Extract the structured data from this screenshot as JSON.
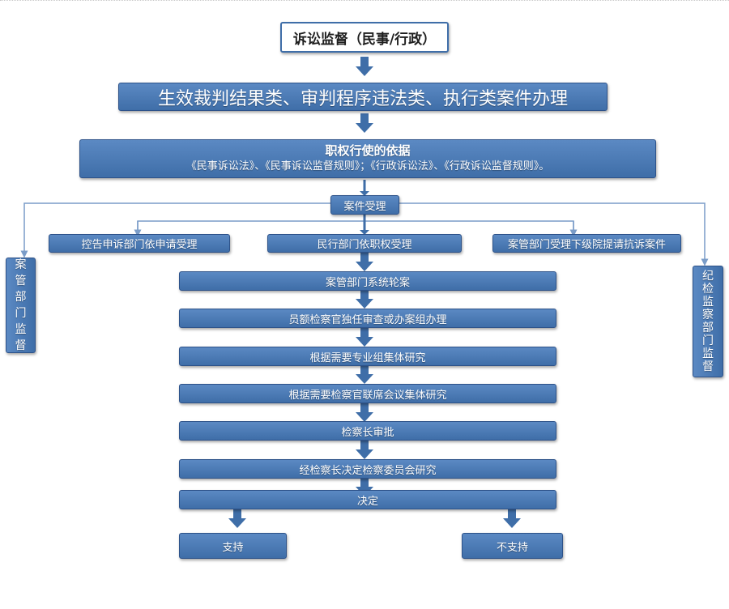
{
  "diagram": {
    "top": "诉讼监督（民事/行政）",
    "scope": "生效裁判结果类、审判程序违法类、执行类案件办理",
    "basis_title": "职权行使的依据",
    "basis_text": "《民事诉讼法》、《民事诉讼监督规则》；《行政诉讼法》、《行政诉讼监督规则》。",
    "intake": "案件受理",
    "source_left": "控告申诉部门依申请受理",
    "source_mid": "民行部门依职权受理",
    "source_right": "案管部门受理下级院提请抗诉案件",
    "supervision_left": [
      "案",
      "管",
      "部",
      "门",
      "监",
      "督"
    ],
    "supervision_right": [
      "纪",
      "检",
      "监",
      "察",
      "部",
      "门",
      "监",
      "督"
    ],
    "steps": [
      "案管部门系统轮案",
      "员额检察官独任审查或办案组办理",
      "根据需要专业组集体研究",
      "根据需要检察官联席会议集体研究",
      "检察长审批",
      "经检察长决定检察委员会研究",
      "决定"
    ],
    "outcome_support": "支持",
    "outcome_not_support": "不支持",
    "colors": {
      "box_fill": "#4a7ab8",
      "box_border": "#2d5289",
      "arrow": "#3f6ea8",
      "connector": "#7a9cc8"
    }
  }
}
